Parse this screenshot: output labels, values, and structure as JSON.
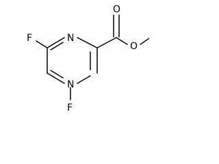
{
  "molecule": {
    "atoms": {
      "n_top": "N",
      "n_bottom": "N",
      "f_top": "F",
      "f_bottom": "F",
      "o_carbonyl": "O",
      "o_ester": "O"
    }
  }
}
